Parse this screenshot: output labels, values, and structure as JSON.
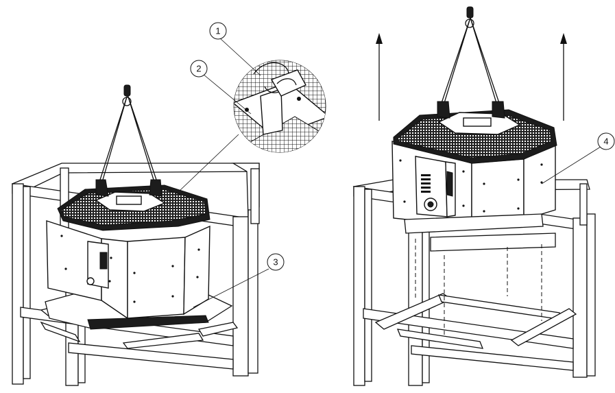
{
  "callouts": {
    "c1": "1",
    "c2": "2",
    "c3": "3",
    "c4": "4"
  },
  "panels": {
    "left": "unit-on-pallet-with-lifting-slings",
    "right": "unit-lifted-from-pallet"
  },
  "colors": {
    "line": "#111111",
    "fill_dark": "#1c1c1c",
    "background": "#ffffff"
  }
}
